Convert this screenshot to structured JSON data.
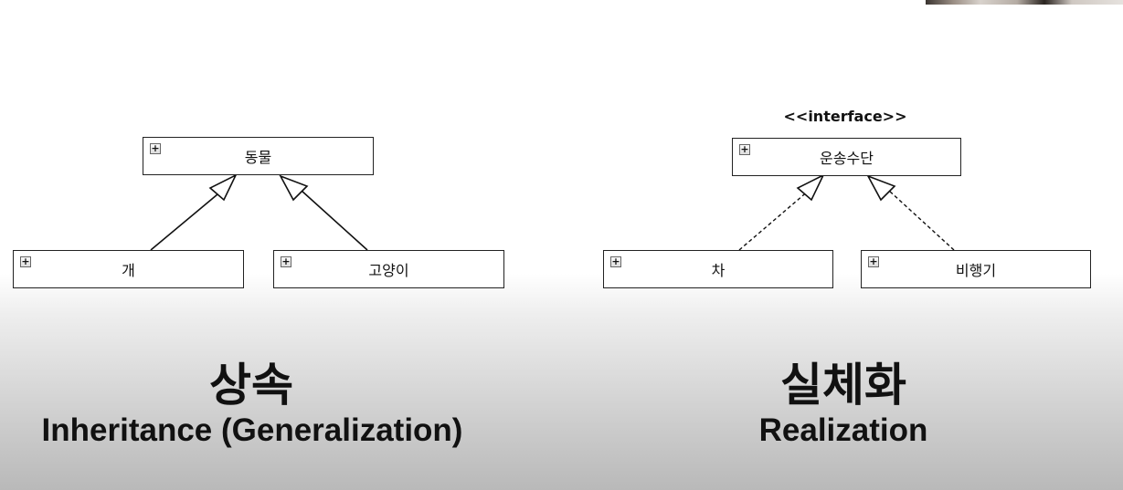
{
  "inheritance": {
    "parent": "동물",
    "children": [
      "개",
      "고양이"
    ],
    "title_ko": "상속",
    "title_en": "Inheritance (Generalization)"
  },
  "realization": {
    "stereotype": "<<interface>>",
    "parent": "운송수단",
    "children": [
      "차",
      "비행기"
    ],
    "title_ko": "실체화",
    "title_en": "Realization"
  },
  "icons": {
    "class_expand": "plus-box-icon"
  }
}
